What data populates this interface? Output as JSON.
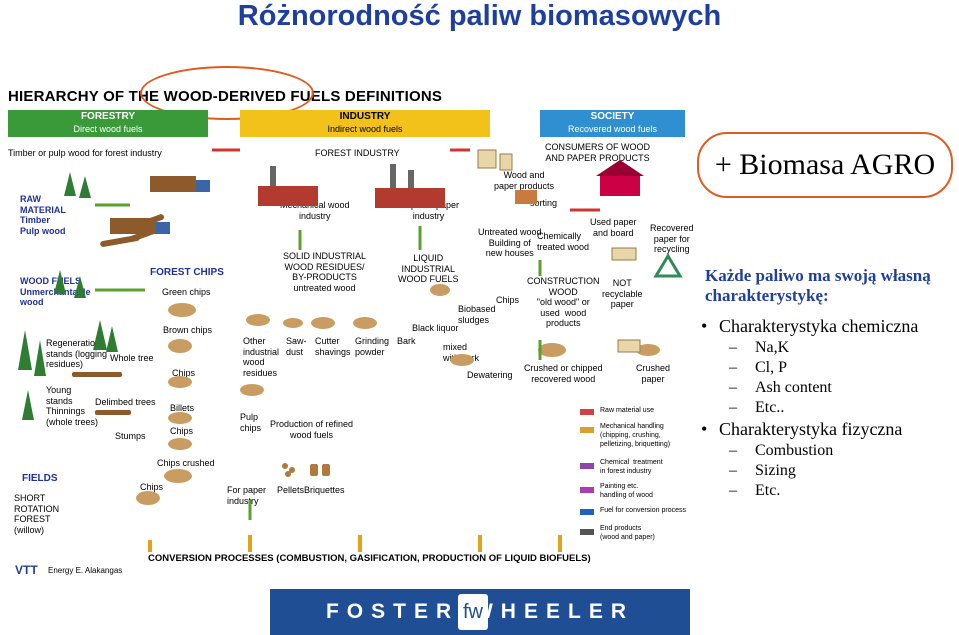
{
  "title": "Różnorodność paliw biomasowych",
  "hierarchy_title": "HIERARCHY OF THE WOOD-DERIVED FUELS DEFINITIONS",
  "bands": {
    "forestry": {
      "title": "FORESTRY",
      "sub": "Direct wood fuels",
      "color": "#3a9a3a"
    },
    "industry": {
      "title": "INDUSTRY",
      "sub": "Indirect wood fuels",
      "color": "#f2c21b"
    },
    "society": {
      "title": "SOCIETY",
      "sub": "Recovered wood fuels",
      "color": "#2f8fd1"
    }
  },
  "labels": {
    "timber_industry": "Timber or pulp wood for forest industry",
    "raw_material": "RAW\nMATERIAL\nTimber\nPulp wood",
    "wood_fuels": "WOOD FUELS\nUnmerchantable\nwood",
    "fields": "FIELDS",
    "short_rotation": "SHORT\nROTATION\nFOREST\n(willow)",
    "regeneration": "Regeneration\nstands (logging\nresidues)",
    "young_stands": "Young\nstands\nThinnings\n(whole trees)",
    "whole_tree": "Whole tree",
    "delimbed": "Delimbed trees",
    "stumps": "Stumps",
    "chips_forest": "Chips",
    "forest_chips": "FOREST CHIPS",
    "green_chips": "Green chips",
    "brown_chips": "Brown chips",
    "chips_a": "Chips",
    "billets": "Billets",
    "chips_b": "Chips",
    "chips_crushed": "Chips crushed",
    "forest_industry": "FOREST INDUSTRY",
    "mechanical": "Mechanical wood\nindustry",
    "solid_residues": "SOLID INDUSTRIAL\nWOOD RESIDUES/\nBY-PRODUCTS\nuntreated wood",
    "other_residues": "Other\nindustrial\nwood\nresidues",
    "sawdust": "Saw-\ndust",
    "cutter": "Cutter\nshavings",
    "grinding": "Grinding\npowder",
    "pulp_chips": "Pulp\nchips",
    "refined": "Production of refined\nwood fuels",
    "paper_industry": "For paper\nindustry",
    "pellets": "Pellets",
    "briquettes": "Briquettes",
    "pulp_paper": "Pulp and paper\nindustry",
    "liquid": "LIQUID\nINDUSTRIAL\nWOOD FUELS",
    "black_liquor": "Black liquor",
    "bark": "Bark",
    "mixed": "mixed\nwith bark",
    "biobased": "Biobased\nsludges",
    "dewatering": "Dewatering",
    "chips_c": "Chips",
    "wood_paper": "Wood and\npaper products",
    "untreated_building": "Untreated wood\nBuilding of\nnew houses",
    "consumers": "CONSUMERS OF WOOD\nAND PAPER PRODUCTS",
    "sorting": "sorting",
    "chemically": "Chemically\ntreated wood",
    "used_paper": "Used paper\nand board",
    "recovered_paper": "Recovered\npaper for\nrecycling",
    "construction": "CONSTRUCTION\nWOOD\n\"old wood\" or\nused  wood\nproducts",
    "not_recyclable": "NOT\nrecyclable\npaper",
    "crushed_chipped": "Crushed or chipped\nrecovered wood",
    "crushed_paper": "Crushed\npaper",
    "legend": [
      {
        "text": "Raw material use"
      },
      {
        "text": "Mechanical handling\n(chipping, crushing,\npelletizing, briquetting)"
      },
      {
        "text": "Chemical  treatment\nin forest industry"
      },
      {
        "text": "Painting etc.\nhandling of wood"
      },
      {
        "text": "Fuel for conversion process"
      },
      {
        "text": "End products\n(wood and paper)"
      }
    ],
    "conversion": "CONVERSION PROCESSES (COMBUSTION, GASIFICATION, PRODUCTION OF LIQUID BIOFUELS)",
    "vtt_author": "Energy   E. Alakangas",
    "vtt": "VTT"
  },
  "foster": "FOSTER   WHEELER",
  "agro": "+ Biomasa AGRO",
  "panel": {
    "heading": "Każde paliwo ma swoją własną charakterystykę:",
    "items": [
      {
        "text": "Charakterystyka chemiczna",
        "sub": [
          "Na,K",
          "Cl, P",
          "Ash content",
          "Etc.."
        ]
      },
      {
        "text": "Charakterystyka fizyczna",
        "sub": [
          "Combustion",
          "Sizing",
          "Etc."
        ]
      }
    ]
  }
}
